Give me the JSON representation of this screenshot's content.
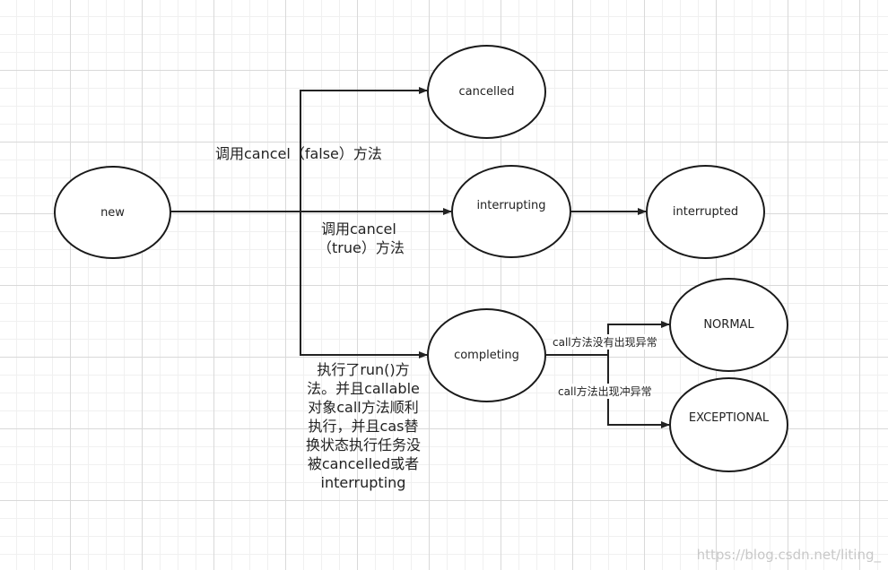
{
  "nodes": {
    "new": "new",
    "cancelled": "cancelled",
    "interrupting": "interrupting",
    "interrupted": "interrupted",
    "completing": "completing",
    "normal": "NORMAL",
    "exceptional": "EXCEPTIONAL"
  },
  "edges": {
    "cancel_false": "调用cancel（false）方法",
    "cancel_true_line1": "调用cancel",
    "cancel_true_line2": "（true）方法",
    "run_line1": "执行了run()方",
    "run_line2": "法。并且callable",
    "run_line3": "对象call方法顺利",
    "run_line4": "执行，并且cas替",
    "run_line5": "换状态执行任务没",
    "run_line6": "被cancelled或者",
    "run_line7": "interrupting",
    "call_no_exception": "call方法没有出现异常",
    "call_exception": "call方法出现冲异常"
  },
  "watermark": "https://blog.csdn.net/liting_"
}
